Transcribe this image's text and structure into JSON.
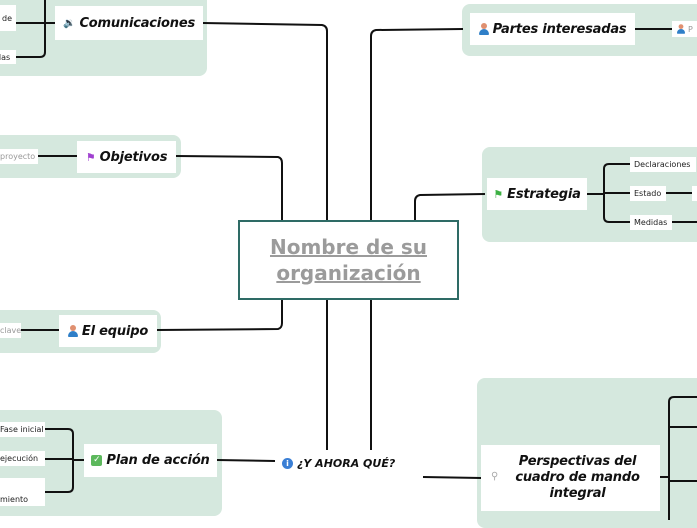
{
  "center": {
    "title": "Nombre de su organización"
  },
  "bottom": {
    "label": "¿Y AHORA QUÉ?"
  },
  "branches": {
    "comunicaciones": {
      "label": "Comunicaciones",
      "icon": "speaker-icon",
      "children": [
        "de",
        "das"
      ]
    },
    "partes": {
      "label": "Partes interesadas",
      "icon": "person-icon",
      "children": [
        "P"
      ]
    },
    "objetivos": {
      "label": "Objetivos",
      "icon": "purple-flag-icon",
      "children": [
        "proyecto"
      ]
    },
    "estrategia": {
      "label": "Estrategia",
      "icon": "green-flag-icon",
      "children": [
        "Declaraciones",
        "Estado",
        "Medidas"
      ]
    },
    "equipo": {
      "label": "El equipo",
      "icon": "person-icon",
      "children": [
        "clave"
      ]
    },
    "plan": {
      "label": "Plan de acción",
      "icon": "check-icon",
      "children": [
        "Fase inicial",
        "ejecución",
        "miento"
      ]
    },
    "perspectivas": {
      "label": "Perspectivas del cuadro de mando integral",
      "icon": "magnifier-icon"
    }
  },
  "colors": {
    "group_bg": "#d5e8de",
    "center_border": "#2e6b65",
    "center_text": "#9b9b9b"
  }
}
